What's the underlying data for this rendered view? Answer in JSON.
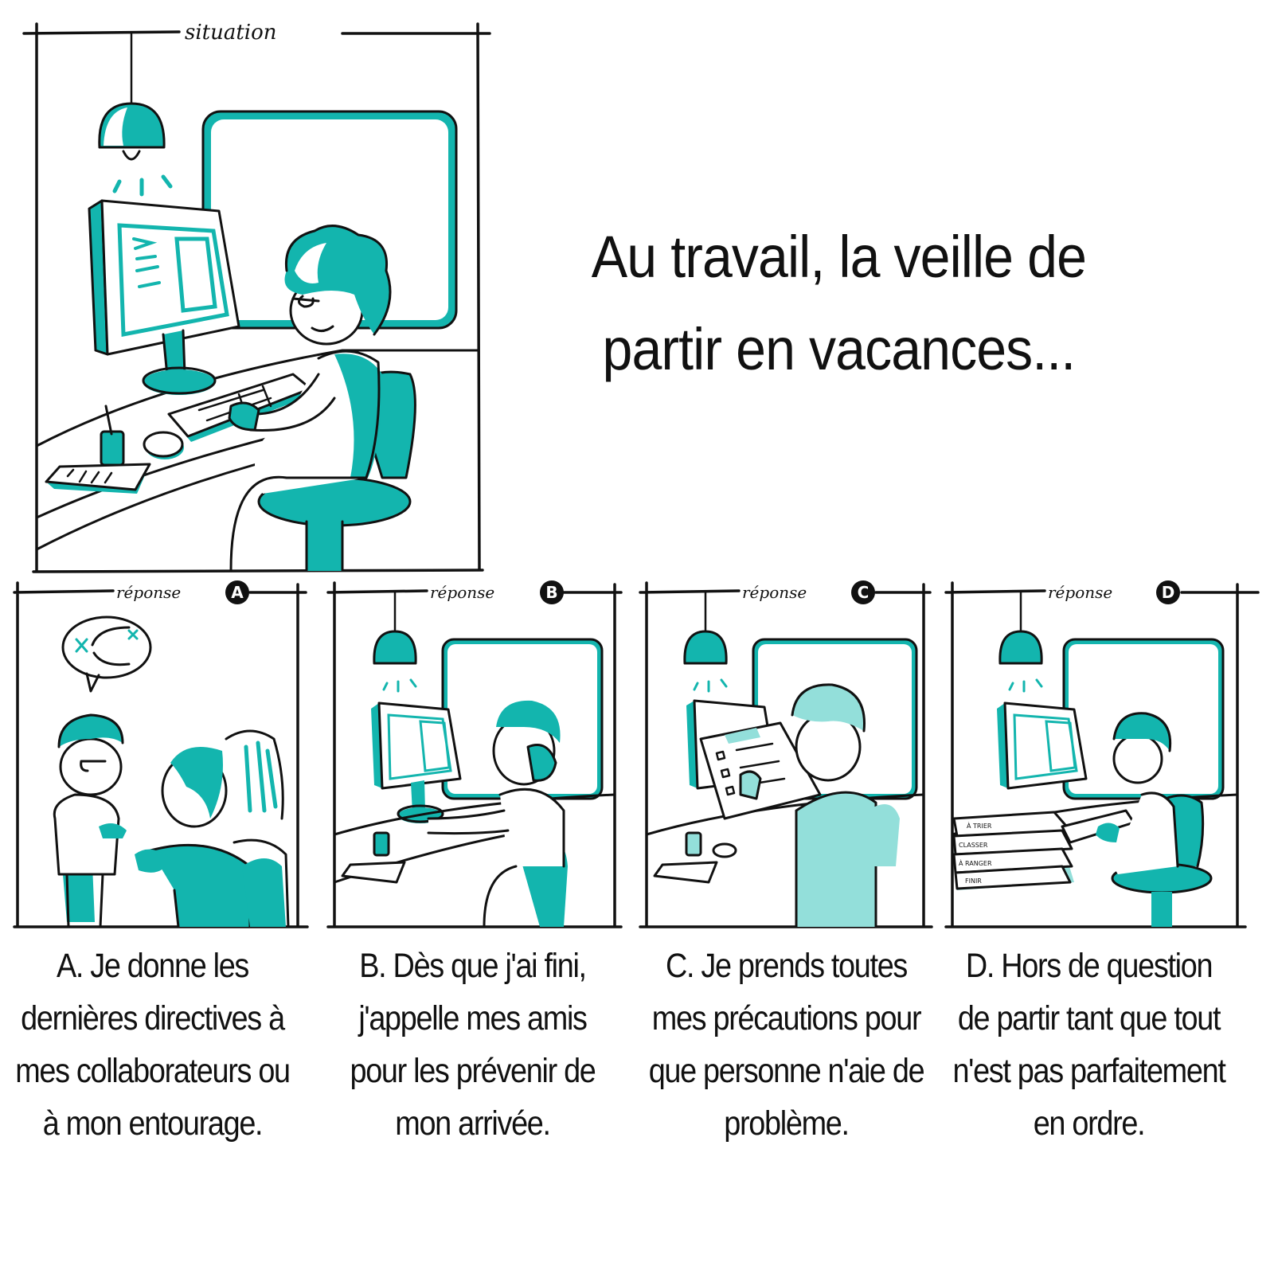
{
  "colors": {
    "teal": "#13B5AE",
    "teal_light": "#93DFDA",
    "ink": "#111111",
    "background": "#FFFFFF"
  },
  "situation_panel": {
    "label": "situation",
    "illustration": "person with curly hair and glasses typing at a desktop computer, desk with pen holder, mouse, notepad, hanging lamp, window"
  },
  "headline": {
    "line1": "Au travail, la veille de",
    "line2": "partir en vacances..."
  },
  "responses": [
    {
      "label": "réponse",
      "badge": "A",
      "illustration": "person giving instructions to two colleagues, thought bubble with arrows and crosses",
      "text": "A. Je donne les dernières directives à mes collaborateurs ou à mon entourage."
    },
    {
      "label": "réponse",
      "badge": "B",
      "illustration": "person standing at desk calling on a phone",
      "text": "B. Dès que j'ai fini, j'appelle mes amis pour les prévenir de mon arrivée."
    },
    {
      "label": "réponse",
      "badge": "C",
      "illustration": "person checking a checklist on a clipboard",
      "text": "C. Je prends toutes mes précautions pour que personne n'aie de problème."
    },
    {
      "label": "réponse",
      "badge": "D",
      "illustration": "person typing at computer next to a stack of folders",
      "text": "D. Hors de question de partir tant que tout n'est pas parfaitement en ordre.",
      "folders": [
        "À TRIER",
        "CLASSER",
        "À RANGER",
        "FINIR"
      ]
    }
  ]
}
